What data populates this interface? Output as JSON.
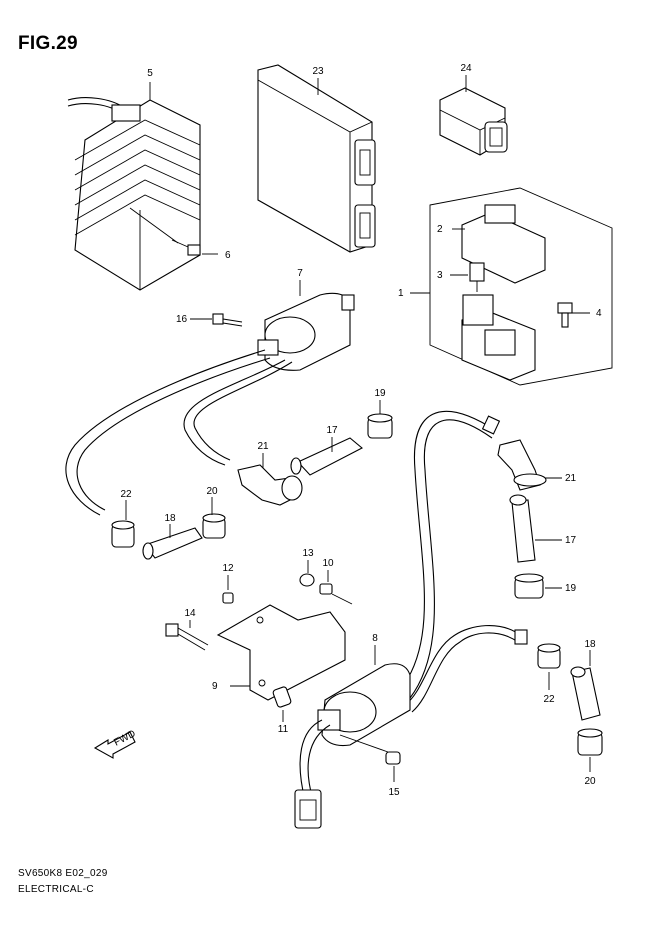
{
  "figure_title": "FIG.29",
  "footer": {
    "model_code": "SV650K8 E02_029",
    "section": "ELECTRICAL-C"
  },
  "fwd_label": "FWD",
  "callouts": {
    "c1": "1",
    "c2": "2",
    "c3": "3",
    "c4": "4",
    "c5": "5",
    "c6": "6",
    "c7": "7",
    "c8": "8",
    "c9": "9",
    "c10": "10",
    "c11": "11",
    "c12": "12",
    "c13": "13",
    "c14": "14",
    "c15": "15",
    "c16": "16",
    "c17a": "17",
    "c17b": "17",
    "c18a": "18",
    "c18b": "18",
    "c19a": "19",
    "c19b": "19",
    "c20a": "20",
    "c20b": "20",
    "c21a": "21",
    "c21b": "21",
    "c22a": "22",
    "c22b": "22",
    "c23": "23",
    "c24": "24"
  }
}
